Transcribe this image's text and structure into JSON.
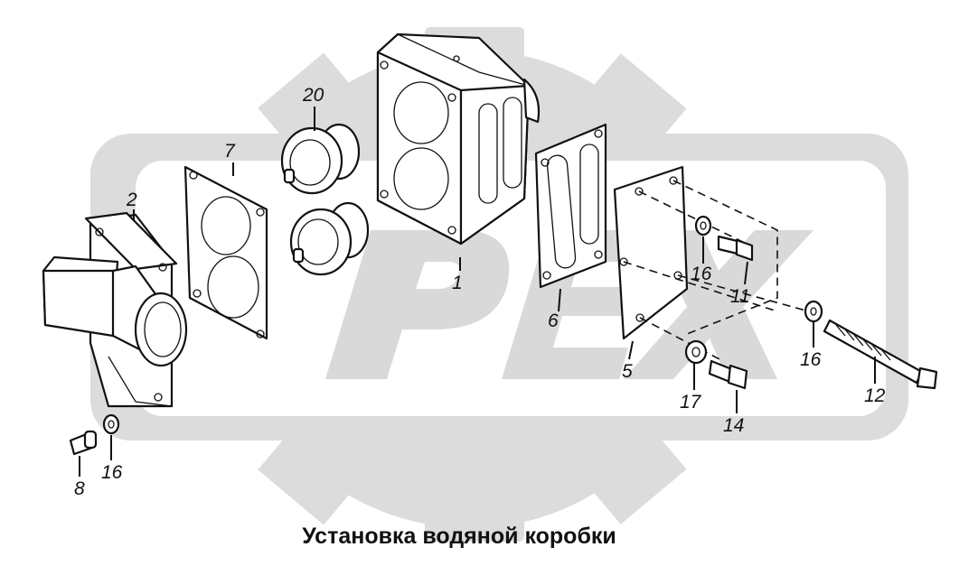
{
  "caption": "Установка водяной коробки",
  "callouts": {
    "c1": "1",
    "c2": "2",
    "c5": "5",
    "c6": "6",
    "c7": "7",
    "c8": "8",
    "c11": "11",
    "c12": "12",
    "c14": "14",
    "c16a": "16",
    "c16b": "16",
    "c16c": "16",
    "c17": "17",
    "c20": "20"
  },
  "watermark": {
    "text": "PEX",
    "color": "#d9d9d9"
  }
}
